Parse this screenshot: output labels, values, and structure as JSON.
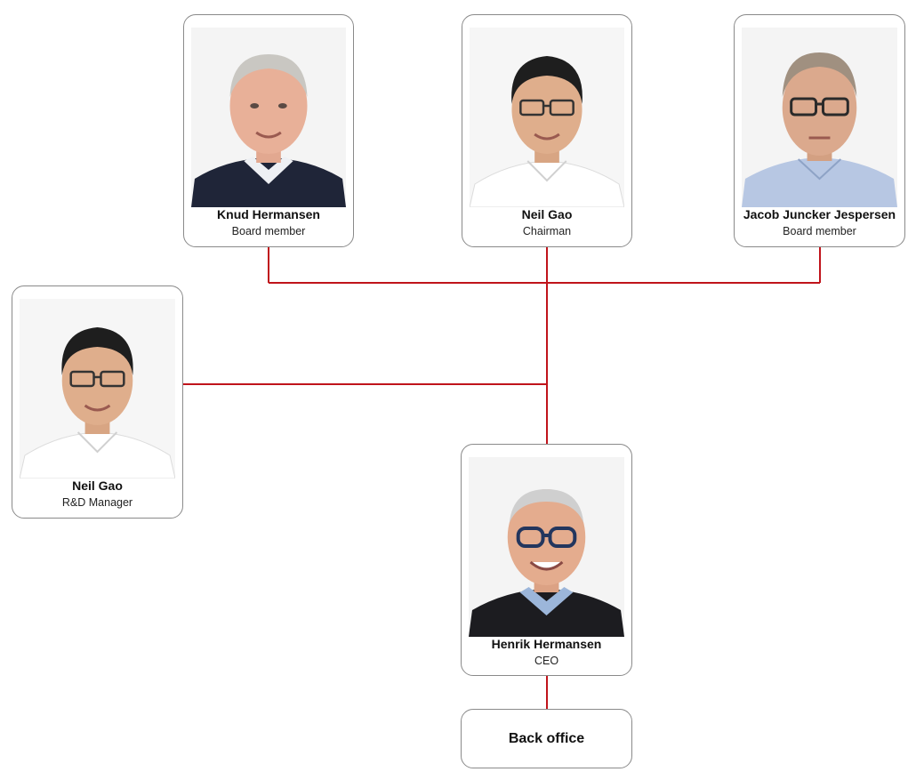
{
  "diagram": {
    "line_color": "#c0141b",
    "people": [
      {
        "id": "knud",
        "name": "Knud Hermansen",
        "role": "Board member",
        "photo": "portrait-icon"
      },
      {
        "id": "neil-chair",
        "name": "Neil Gao",
        "role": "Chairman",
        "photo": "portrait-icon"
      },
      {
        "id": "jacob",
        "name": "Jacob Juncker Jespersen",
        "role": "Board member",
        "photo": "portrait-icon"
      },
      {
        "id": "neil-rd",
        "name": "Neil Gao",
        "role": "R&D Manager",
        "photo": "portrait-icon"
      },
      {
        "id": "henrik",
        "name": "Henrik Hermansen",
        "role": "CEO",
        "photo": "portrait-icon"
      }
    ],
    "back_office": {
      "label": "Back office"
    }
  }
}
